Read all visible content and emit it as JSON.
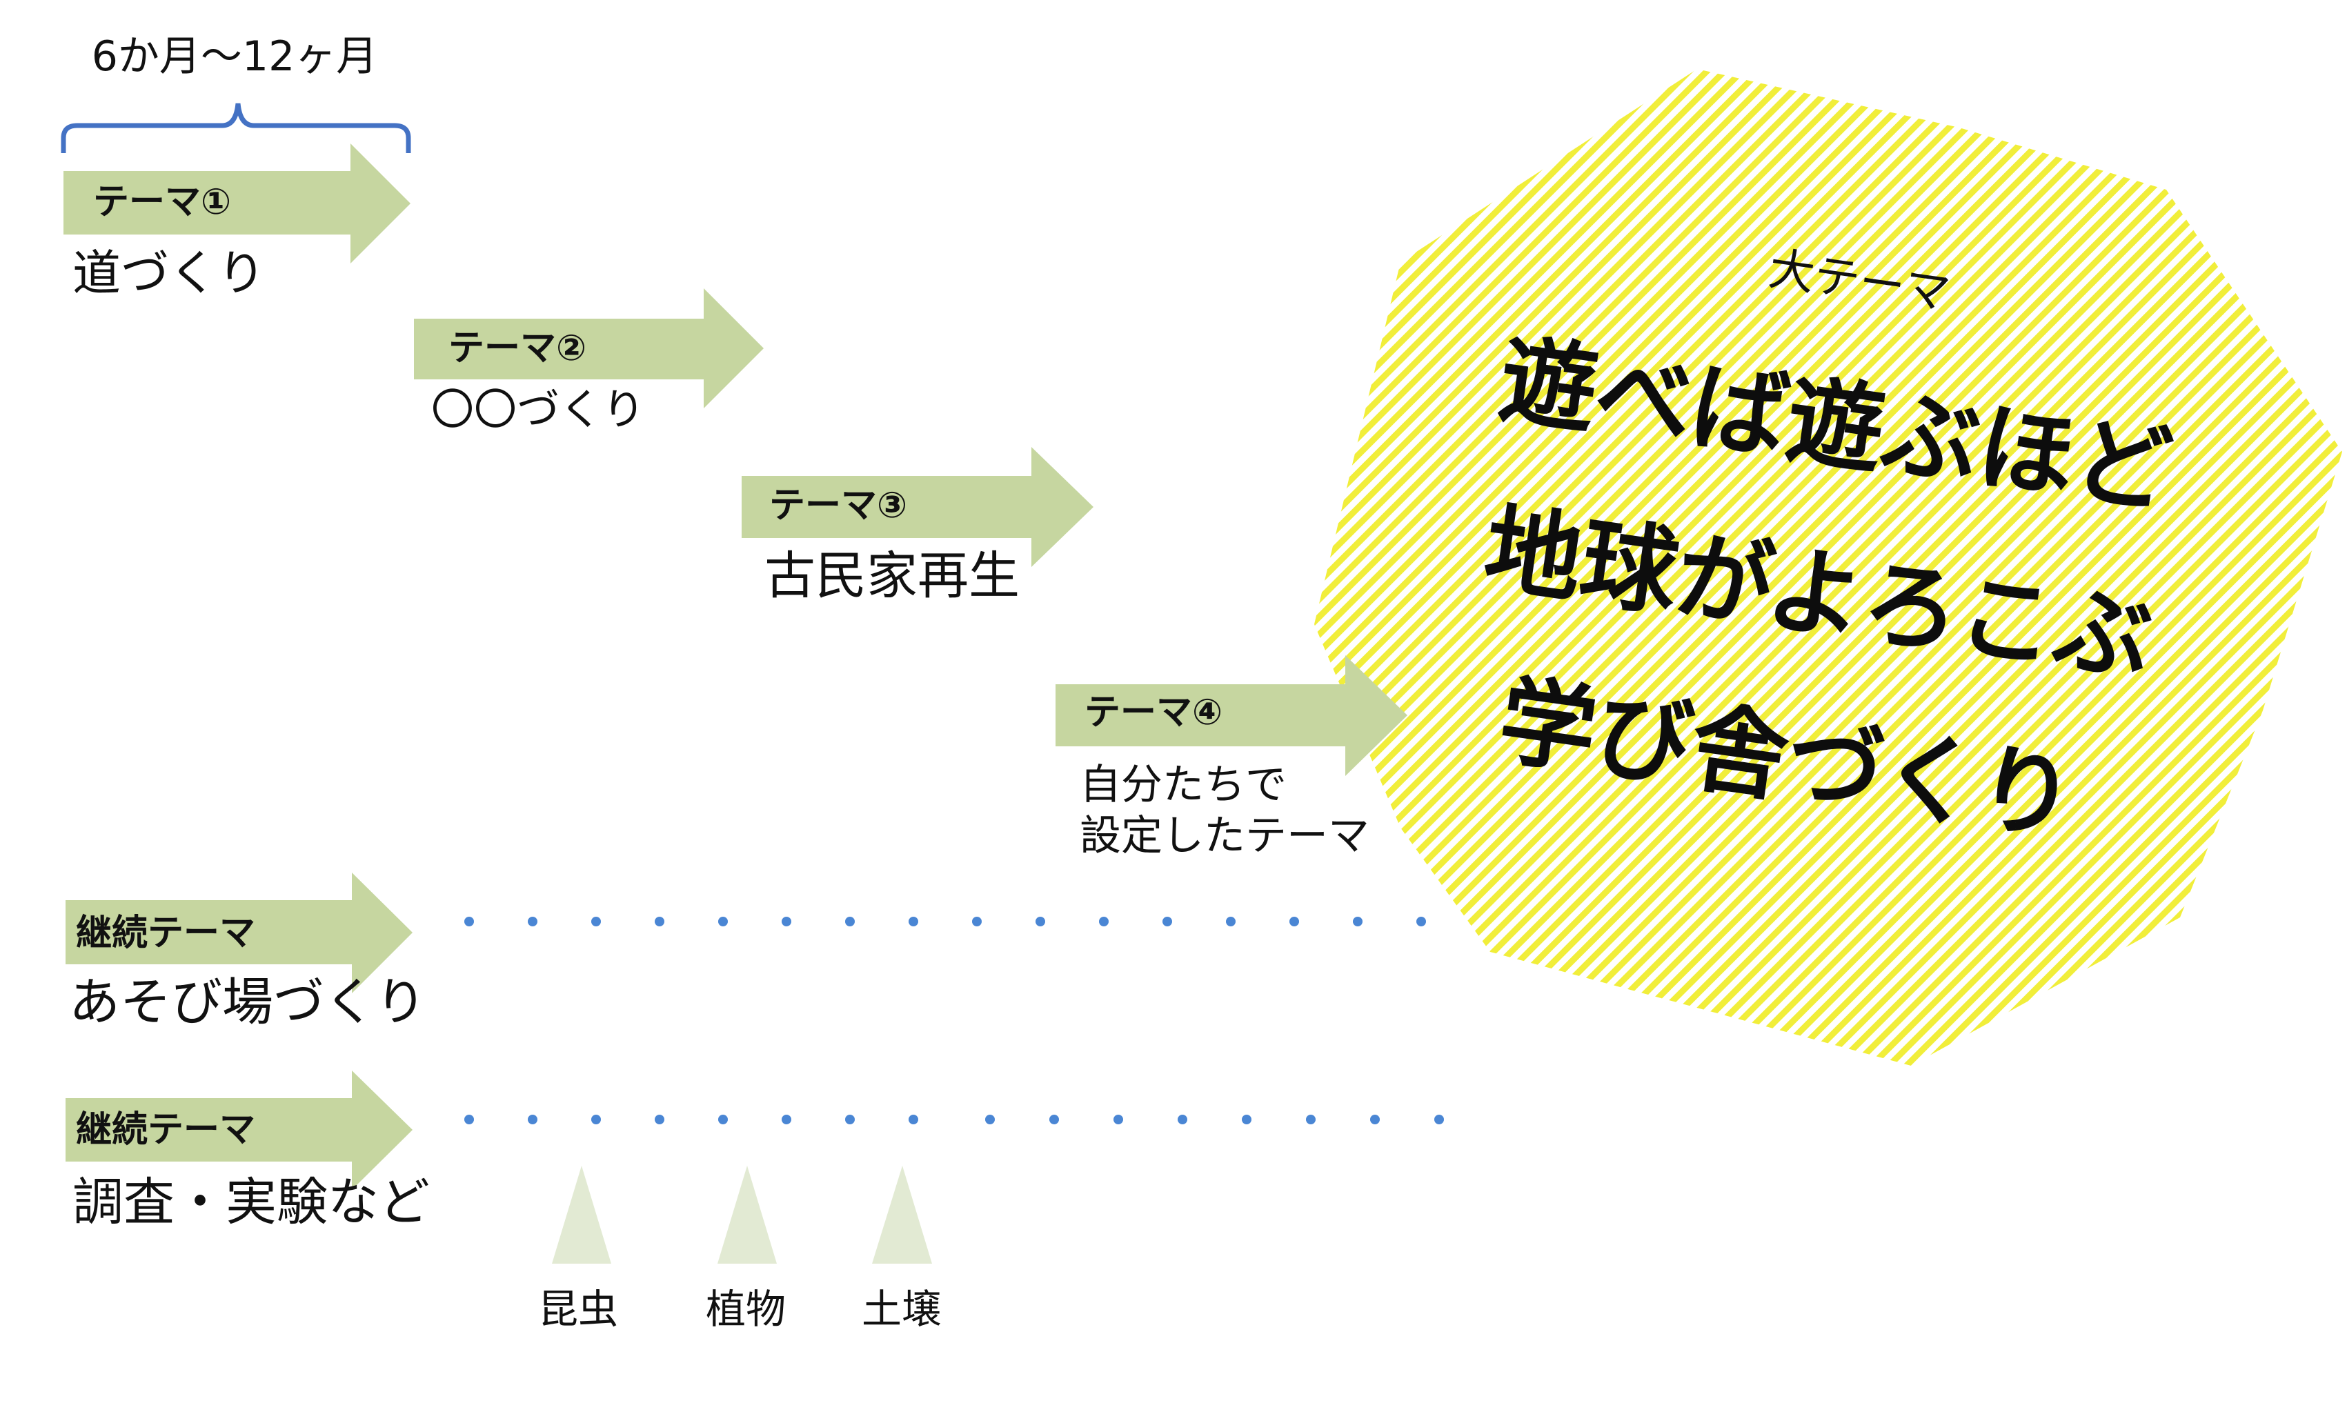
{
  "colors": {
    "arrow_fill": "#c6d6a0",
    "bracket": "#4472c4",
    "dots": "#4a86d4",
    "burst_fill": "#f1ee3a",
    "triangle_fill": "#e2ead3"
  },
  "duration_label": "6か月～12ヶ月",
  "themes": [
    {
      "label": "テーマ①",
      "description_lines": [
        "道づくり"
      ]
    },
    {
      "label": "テーマ②",
      "description_lines": [
        "〇〇づくり"
      ]
    },
    {
      "label": "テーマ③",
      "description_lines": [
        "古民家再生"
      ]
    },
    {
      "label": "テーマ④",
      "description_lines": [
        "自分たちで",
        "設定したテーマ"
      ]
    }
  ],
  "continuing": [
    {
      "label": "継続テーマ",
      "description": "あそび場づくり"
    },
    {
      "label": "継続テーマ",
      "description": "調査・実験など"
    }
  ],
  "research_topics": [
    "昆虫",
    "植物",
    "土壌"
  ],
  "big_theme": {
    "heading": "大テーマ",
    "lines": [
      "遊べば遊ぶほど",
      "地球がよろこぶ",
      "学び舎づくり"
    ]
  }
}
